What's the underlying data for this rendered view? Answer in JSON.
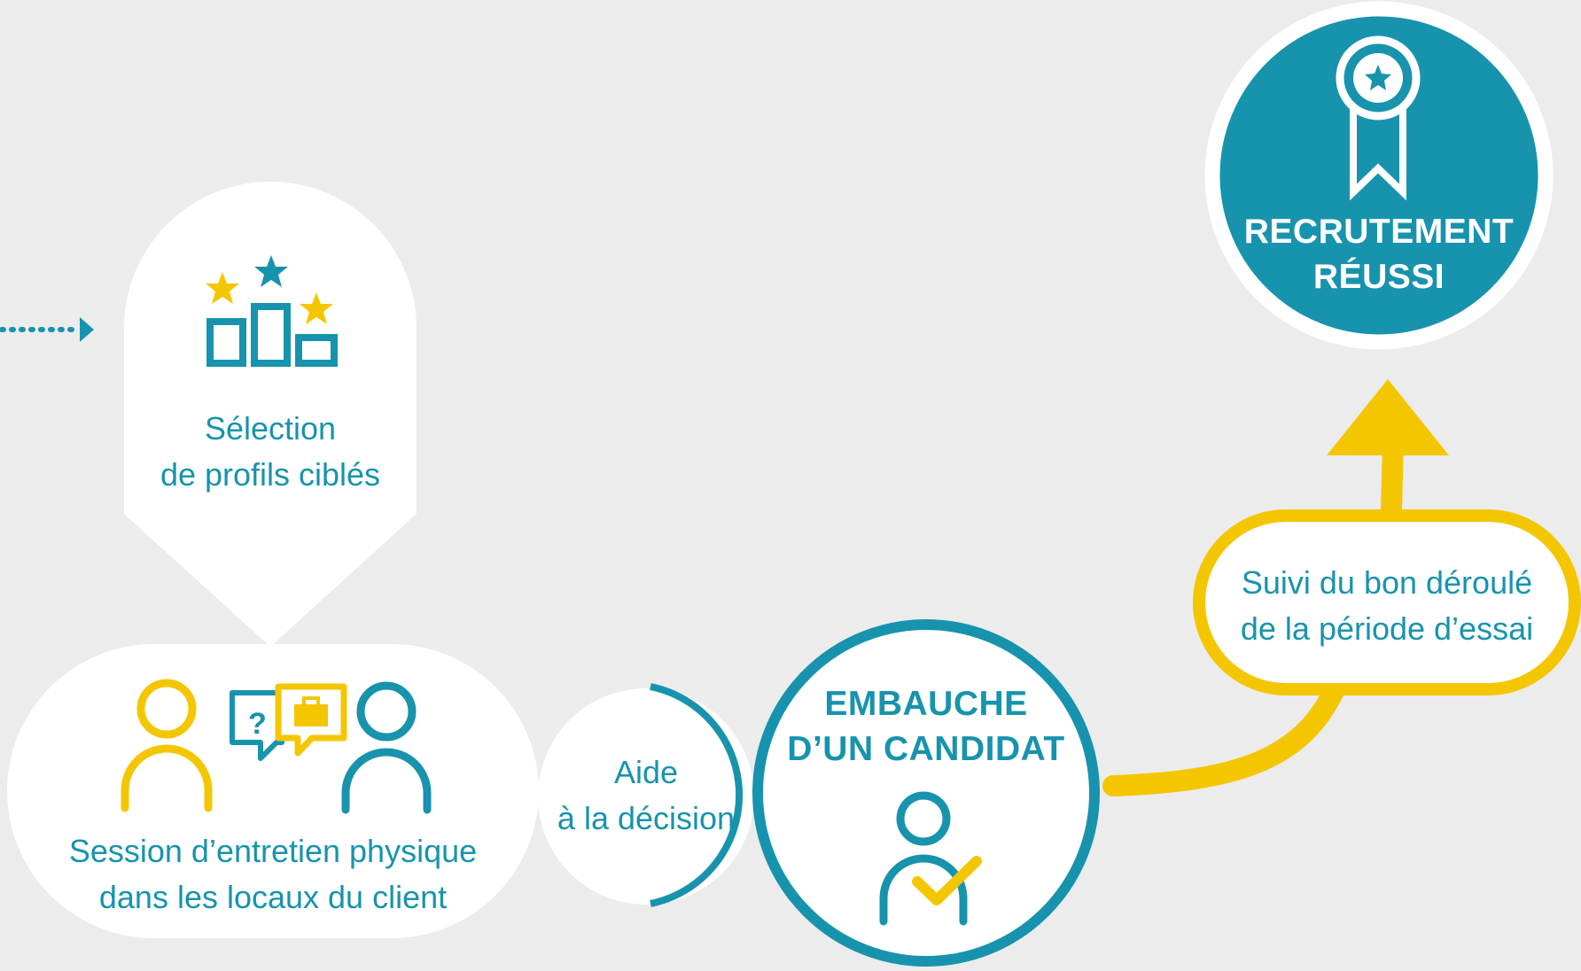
{
  "colors": {
    "teal": "#1893ad",
    "yellow": "#f4c600",
    "white": "#ffffff",
    "background": "#ececec"
  },
  "steps": {
    "selection": {
      "line1": "Sélection",
      "line2": "de profils ciblés",
      "icon": "podium-stars-icon"
    },
    "interview": {
      "line1": "Session d’entretien physique",
      "line2": "dans les locaux du client",
      "icon": "interview-people-icon"
    },
    "decision": {
      "line1": "Aide",
      "line2": "à la décision"
    },
    "hire": {
      "line1": "EMBAUCHE",
      "line2": "D’UN CANDIDAT",
      "icon": "person-check-icon"
    },
    "followup": {
      "line1": "Suivi du bon déroulé",
      "line2": "de la période d’essai"
    },
    "success": {
      "line1": "RECRUTEMENT",
      "line2": "RÉUSSI",
      "icon": "award-ribbon-icon"
    }
  }
}
